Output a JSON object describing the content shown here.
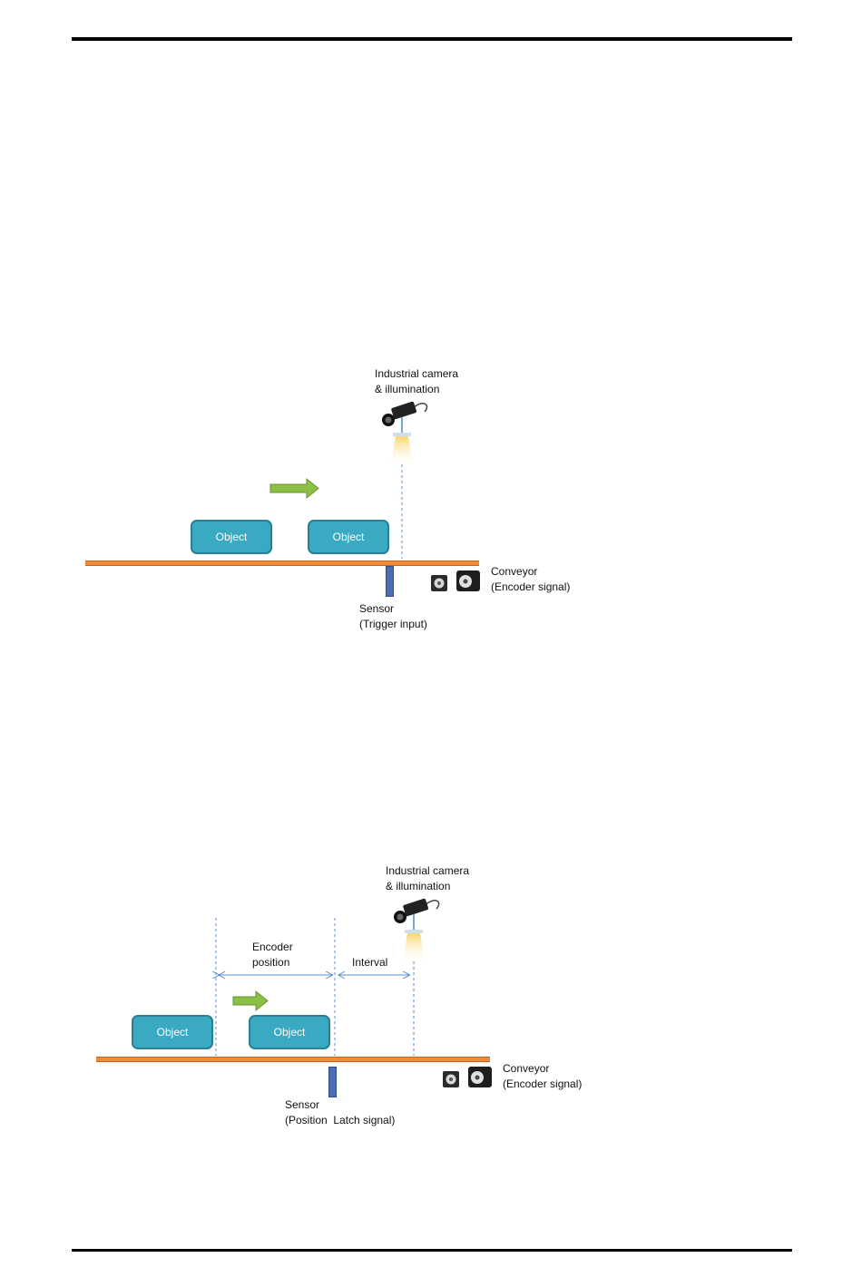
{
  "diagram1": {
    "camera_label": [
      "Industrial camera",
      "& illumination"
    ],
    "objects": [
      "Object",
      "Object"
    ],
    "sensor_label": [
      "Sensor",
      "(Trigger input)"
    ],
    "conveyor_label": [
      "Conveyor",
      "(Encoder signal)"
    ]
  },
  "diagram2": {
    "camera_label": [
      "Industrial camera",
      "& illumination"
    ],
    "encoder_label": [
      "Encoder",
      "position"
    ],
    "interval_label": "Interval",
    "objects": [
      "Object",
      "Object"
    ],
    "sensor_label": [
      "Sensor",
      "(Position  Latch signal)"
    ],
    "conveyor_label": [
      "Conveyor",
      "(Encoder signal)"
    ]
  },
  "colors": {
    "object_fill": "#3aa9c2",
    "conveyor": "#f08b3a",
    "sensor": "#4a6fb5",
    "arrow": "#7ba33a",
    "guide_line": "#5b8fc9"
  },
  "icons": [
    "industrial-camera-icon",
    "illumination-cone-icon",
    "motor-icon",
    "green-arrow-icon"
  ]
}
